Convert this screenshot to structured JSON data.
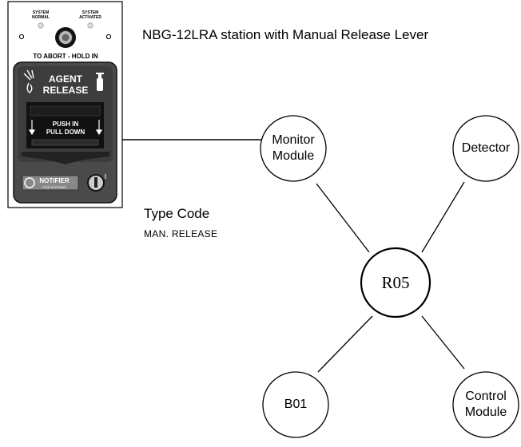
{
  "caption": "NBG-12LRA station with Manual Release Lever",
  "type_code": {
    "heading": "Type Code",
    "value": "MAN. RELEASE"
  },
  "station": {
    "indicator_left": "SYSTEM NORMAL",
    "indicator_left_l1": "SYSTEM",
    "indicator_left_l2": "NORMAL",
    "indicator_right_l1": "SYSTEM",
    "indicator_right_l2": "ACTIVATED",
    "abort_text": "TO ABORT - HOLD IN",
    "agent_l1": "AGENT",
    "agent_l2": "RELEASE",
    "push_l1": "PUSH   IN",
    "push_l2": "PULL DOWN",
    "brand": "NOTIFIER",
    "brand_sub": "FIRE SYSTEMS"
  },
  "nodes": {
    "monitor": {
      "line1": "Monitor",
      "line2": "Module"
    },
    "detector": {
      "line1": "Detector"
    },
    "hub": {
      "label": "R05"
    },
    "b01": {
      "label": "B01"
    },
    "control": {
      "line1": "Control",
      "line2": "Module"
    }
  },
  "colors": {
    "panel_dark": "#4a4a4a",
    "panel_red": "#5a5a5a",
    "stroke": "#000000"
  }
}
